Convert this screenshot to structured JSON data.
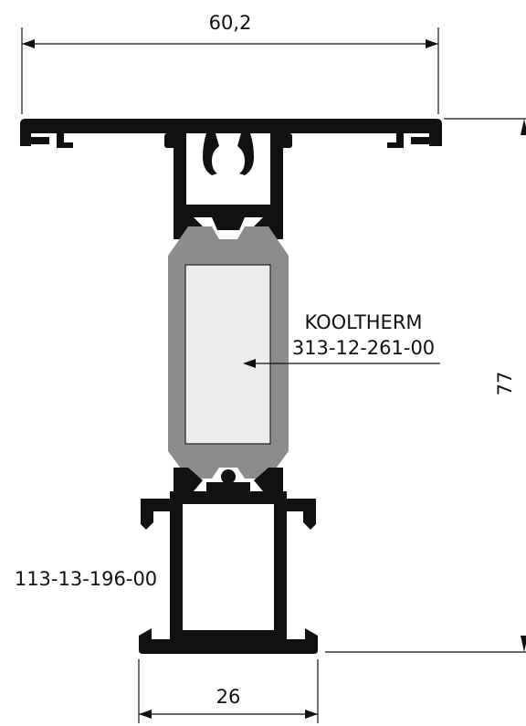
{
  "dimensions": {
    "top_width": "60,2",
    "total_height": "77",
    "bottom_width": "26"
  },
  "labels": {
    "insert_name": "KOOLTHERM",
    "insert_code": "313-12-261-00",
    "lower_profile_code": "113-13-196-00"
  },
  "colors": {
    "aluminium": "#111111",
    "thermal_break": "#8c8c8c",
    "insulation": "#ededed"
  }
}
